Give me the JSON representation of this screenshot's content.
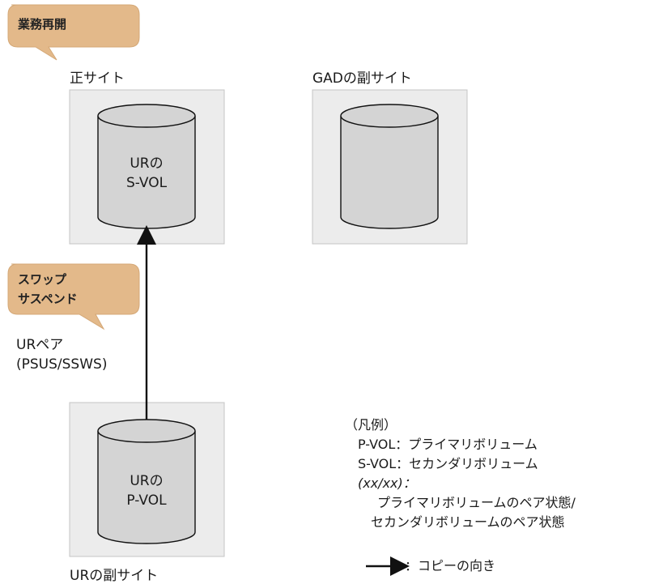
{
  "callouts": {
    "resume": "業務再開",
    "swap_line1": "スワップ",
    "swap_line2": "サスペンド"
  },
  "sites": {
    "primary": {
      "label": "正サイト",
      "vol_line1": "URの",
      "vol_line2": "S-VOL"
    },
    "gad_secondary": {
      "label": "GADの副サイト"
    },
    "ur_secondary": {
      "label": "URの副サイト",
      "vol_line1": "URの",
      "vol_line2": "P-VOL"
    }
  },
  "pair": {
    "label_line1": "URペア",
    "label_line2": "(PSUS/SSWS)"
  },
  "legend": {
    "title": "（凡例）",
    "pvol": "P-VOL：プライマリボリューム",
    "svol": "S-VOL：セカンダリボリューム",
    "status_key": "(xx/xx)：",
    "status_desc1": "プライマリボリュームのペア状態/",
    "status_desc2": "セカンダリボリュームのペア状態",
    "arrow_desc": "：コピーの向き"
  },
  "colors": {
    "callout_fill": "#e3b98a",
    "box_fill": "#ececec",
    "cylinder_fill": "#d4d4d4",
    "line": "#111111"
  }
}
